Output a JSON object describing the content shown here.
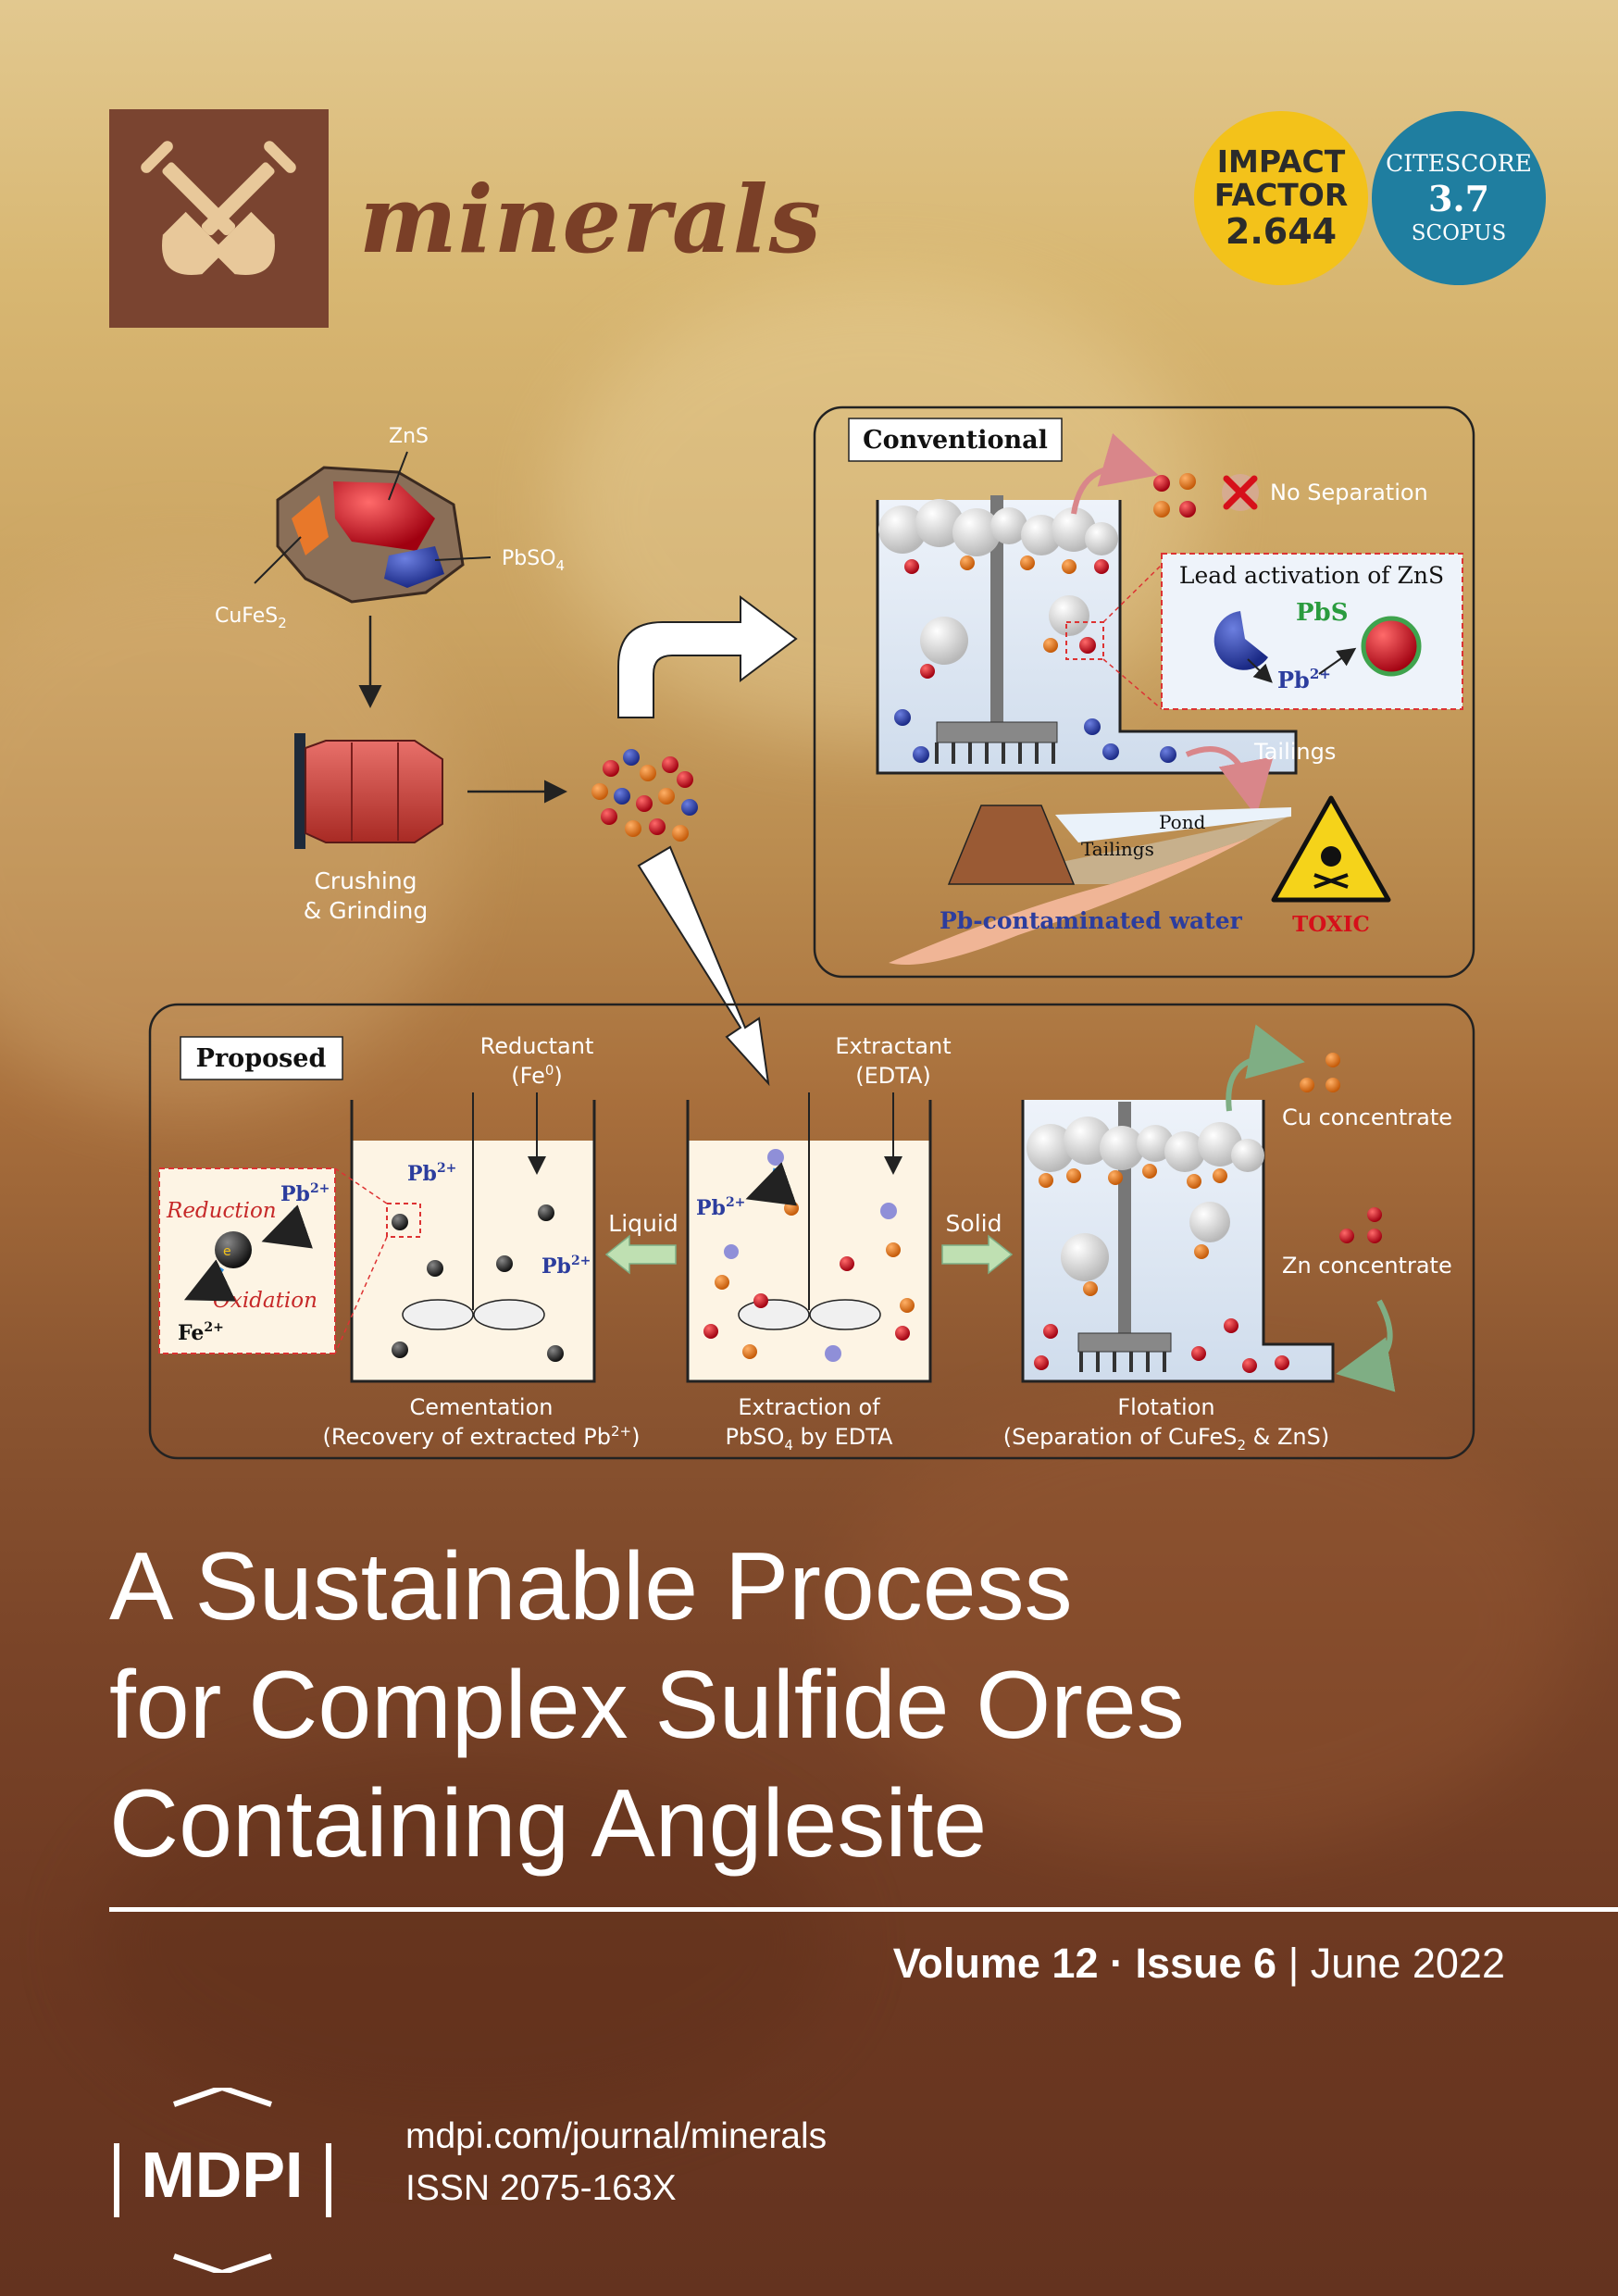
{
  "journal": {
    "name": "minerals"
  },
  "badges": {
    "impact_factor": {
      "line1": "IMPACT",
      "line2": "FACTOR",
      "value": "2.644"
    },
    "citescore": {
      "line1": "CITESCORE",
      "value": "3.7",
      "line3": "SCOPUS"
    }
  },
  "diagram": {
    "ore_labels": {
      "zns": "ZnS",
      "pbso4": "PbSO",
      "pbso4_sub": "4",
      "cufes2": "CuFeS",
      "cufes2_sub": "2"
    },
    "crushing": {
      "line1": "Crushing",
      "line2": "& Grinding"
    },
    "conventional": {
      "title": "Conventional",
      "no_separation": "No Separation",
      "lead_activation": "Lead activation of ZnS",
      "pbs": "PbS",
      "pb2": "Pb",
      "pb2_sup": "2+",
      "tailings_arrow": "Tailings",
      "pond": "Pond",
      "tailings_dam": "Tailings",
      "contaminated": "Pb-contaminated water",
      "toxic": "TOXIC"
    },
    "proposed": {
      "title": "Proposed",
      "reductant": "Reductant",
      "reductant_formula": "(Fe",
      "reductant_sup": "0",
      "extractant": "Extractant",
      "extractant_formula": "(EDTA)",
      "liquid": "Liquid",
      "solid": "Solid",
      "reduction": "Reduction",
      "oxidation": "Oxidation",
      "fe2": "Fe",
      "fe2_sup": "2+",
      "pb": "Pb",
      "pb_sup": "2+",
      "electron": "e",
      "cu_concentrate": "Cu concentrate",
      "zn_concentrate": "Zn concentrate",
      "cementation_l1": "Cementation",
      "cementation_l2": "(Recovery of extracted Pb",
      "cementation_sup": "2+",
      "extraction_l1": "Extraction of",
      "extraction_l2a": "PbSO",
      "extraction_sub": "4",
      "extraction_l2b": " by EDTA",
      "flotation_l1": "Flotation",
      "flotation_l2a": "(Separation of CuFeS",
      "flotation_sub": "2",
      "flotation_l2b": " & ZnS)"
    }
  },
  "title_lines": [
    "A Sustainable Process",
    "for Complex Sulfide Ores",
    "Containing Anglesite"
  ],
  "issue": {
    "volume": "Volume 12",
    "sep1": " · ",
    "issue": "Issue 6",
    "sep2": " | ",
    "date": "June 2022"
  },
  "publisher": {
    "logo_text": "MDPI",
    "url": "mdpi.com/journal/minerals",
    "issn": "ISSN 2075-163X"
  },
  "colors": {
    "brown": "#7a4430",
    "if_badge": "#f3c21a",
    "citescore_badge": "#1f7ea0",
    "pb_blue": "#2c3d9e",
    "zn_red": "#c8141c",
    "cu_orange": "#e87722"
  }
}
